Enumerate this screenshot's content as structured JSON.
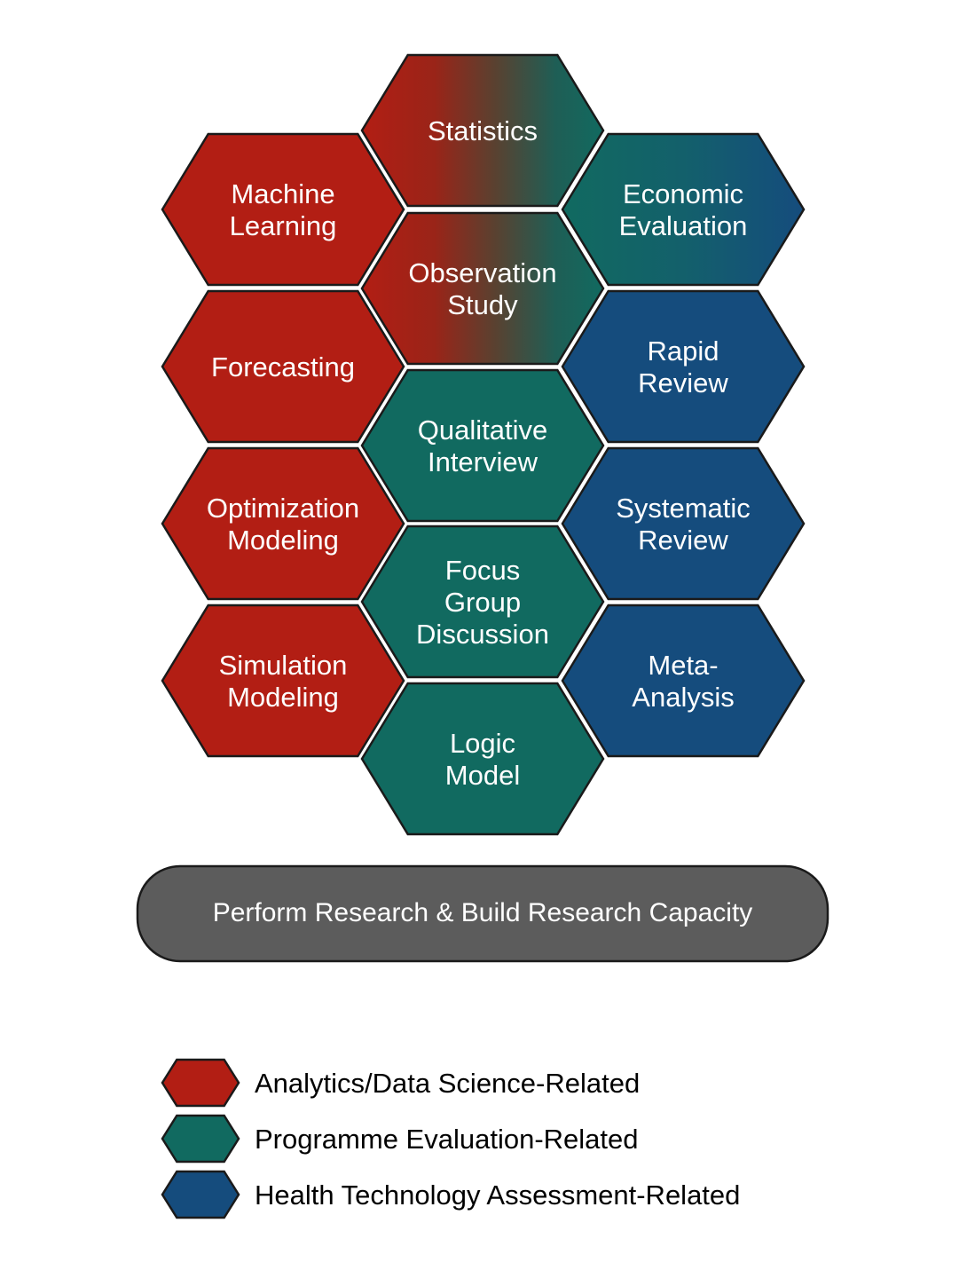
{
  "colors": {
    "analytics": "#b21e14",
    "programme": "#116a60",
    "hta": "#154c7d",
    "banner": "#5c5c5c",
    "outline": "#1a1a1a"
  },
  "hexagons": [
    {
      "id": "statistics",
      "lines": [
        "Statistics"
      ],
      "fill": "grad-red-teal"
    },
    {
      "id": "machine-learning",
      "lines": [
        "Machine",
        "Learning"
      ],
      "fill": "analytics"
    },
    {
      "id": "economic-evaluation",
      "lines": [
        "Economic",
        "Evaluation"
      ],
      "fill": "grad-teal-blue"
    },
    {
      "id": "observation-study",
      "lines": [
        "Observation",
        "Study"
      ],
      "fill": "grad-red-teal"
    },
    {
      "id": "forecasting",
      "lines": [
        "Forecasting"
      ],
      "fill": "analytics"
    },
    {
      "id": "rapid-review",
      "lines": [
        "Rapid",
        "Review"
      ],
      "fill": "hta"
    },
    {
      "id": "qualitative-interview",
      "lines": [
        "Qualitative",
        "Interview"
      ],
      "fill": "programme"
    },
    {
      "id": "optimization-modeling",
      "lines": [
        "Optimization",
        "Modeling"
      ],
      "fill": "analytics"
    },
    {
      "id": "systematic-review",
      "lines": [
        "Systematic",
        "Review"
      ],
      "fill": "hta"
    },
    {
      "id": "focus-group-discussion",
      "lines": [
        "Focus",
        "Group",
        "Discussion"
      ],
      "fill": "programme"
    },
    {
      "id": "simulation-modeling",
      "lines": [
        "Simulation",
        "Modeling"
      ],
      "fill": "analytics"
    },
    {
      "id": "meta-analysis",
      "lines": [
        "Meta-",
        "Analysis"
      ],
      "fill": "hta"
    },
    {
      "id": "logic-model",
      "lines": [
        "Logic",
        "Model"
      ],
      "fill": "programme"
    }
  ],
  "banner": {
    "label": "Perform Research & Build Research Capacity"
  },
  "legend": [
    {
      "id": "analytics",
      "label": "Analytics/Data Science-Related",
      "fill": "analytics"
    },
    {
      "id": "programme",
      "label": "Programme Evaluation-Related",
      "fill": "programme"
    },
    {
      "id": "hta",
      "label": "Health Technology Assessment-Related",
      "fill": "hta"
    }
  ]
}
